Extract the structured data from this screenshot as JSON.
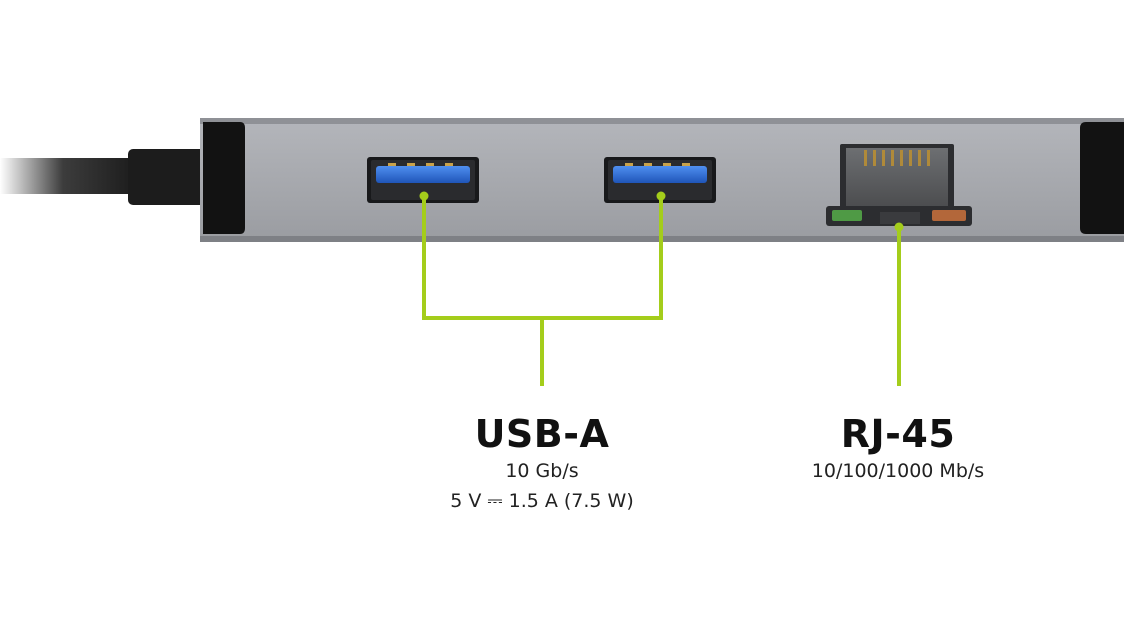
{
  "colors": {
    "callout": "#a4cd1b",
    "chassis": "#a9abb0",
    "usb_blue": "#2f6fd6",
    "cable": "#1a1a1a"
  },
  "ports": {
    "usb": {
      "title": "USB-A",
      "spec_line1": "10 Gb/s",
      "spec_line2": "5 V ⎓ 1.5 A (7.5 W)"
    },
    "rj45": {
      "title": "RJ-45",
      "spec_line1": "10/100/1000 Mb/s"
    }
  }
}
